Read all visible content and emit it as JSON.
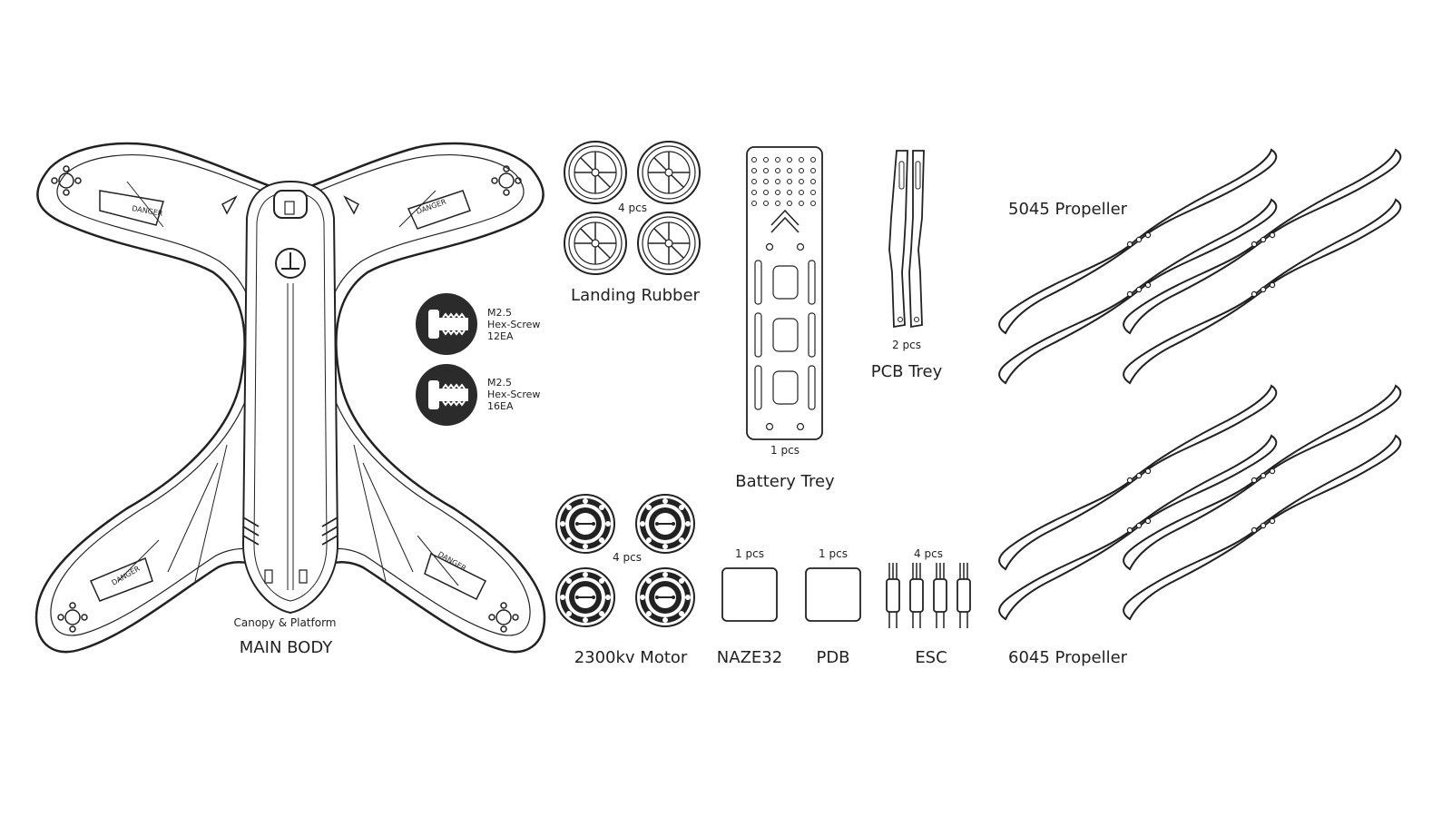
{
  "main_body": {
    "caption": "Canopy & Platform",
    "title": "MAIN BODY",
    "warning_text": "DANGER"
  },
  "screws": [
    {
      "size": "M2.5",
      "type": "Hex-Screw",
      "qty": "12EA"
    },
    {
      "size": "M2.5",
      "type": "Hex-Screw",
      "qty": "16EA"
    }
  ],
  "landing_rubber": {
    "qty": "4 pcs",
    "title": "Landing Rubber"
  },
  "battery_trey": {
    "qty": "1 pcs",
    "title": "Battery Trey"
  },
  "pcb_trey": {
    "qty": "2 pcs",
    "title": "PCB Trey"
  },
  "motor": {
    "qty": "4 pcs",
    "title": "2300kv Motor"
  },
  "naze32": {
    "qty": "1 pcs",
    "title": "NAZE32"
  },
  "pdb": {
    "qty": "1 pcs",
    "title": "PDB"
  },
  "esc": {
    "qty": "4 pcs",
    "title": "ESC"
  },
  "propellers": [
    {
      "title": "5045 Propeller"
    },
    {
      "title": "6045 Propeller"
    }
  ],
  "colors": {
    "line": "#222222",
    "fill_dark": "#2b2b2b",
    "background": "#ffffff"
  }
}
